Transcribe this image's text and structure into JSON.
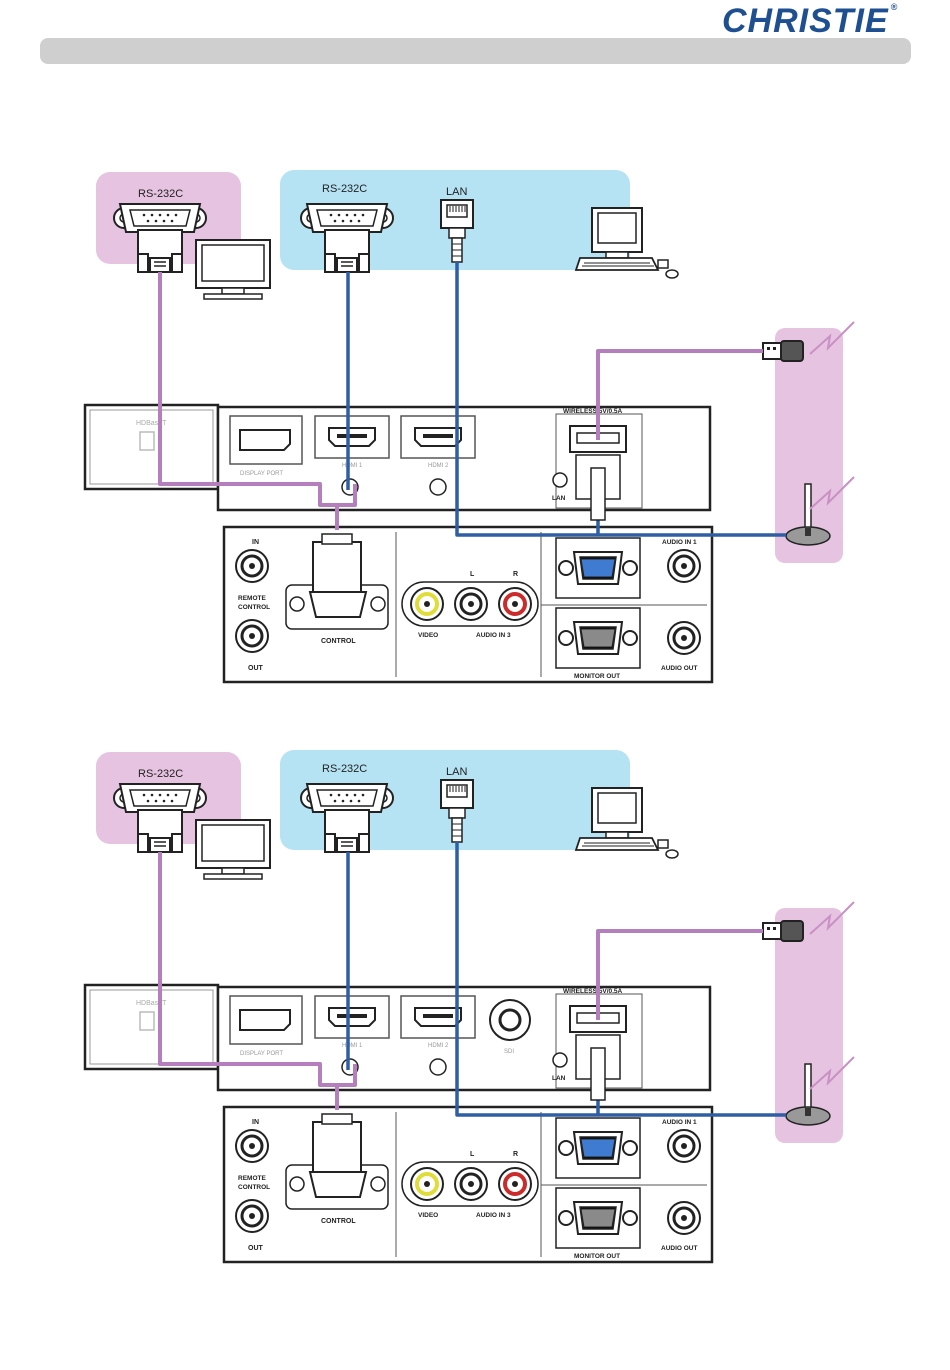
{
  "header": {
    "brand": "CHRISTIE",
    "registered": "®"
  },
  "colors": {
    "purple_cable": "#b57fbe",
    "blue_cable": "#2e5fa5",
    "pink_zone": "#e6c4e1",
    "blue_zone": "#b5e3f4",
    "header_bar": "#cfcfcf"
  },
  "labels": {
    "rs232c": "RS-232C",
    "lan": "LAN"
  },
  "top_panel": {
    "hdbaset": "HDBaseT",
    "display_port": "DISPLAY PORT",
    "hdmi1": "HDMI 1",
    "hdmi2": "HDMI 2",
    "wireless": "WIRELESS 5V/0.5A",
    "lan": "LAN",
    "in": "IN",
    "remote_control": [
      "REMOTE",
      "CONTROL"
    ],
    "out": "OUT",
    "control": "CONTROL",
    "l": "L",
    "r": "R",
    "video": "VIDEO",
    "audio_in3": "AUDIO IN 3",
    "audio_in1": "AUDIO IN 1",
    "monitor_out": "MONITOR OUT",
    "audio_out": "AUDIO OUT"
  },
  "bottom_panel": {
    "hdbaset": "HDBaseT",
    "display_port": "DISPLAY PORT",
    "hdmi1": "HDMI 1",
    "hdmi2": "HDMI 2",
    "sdi": "SDI",
    "wireless": "WIRELESS 5V/0.5A",
    "lan": "LAN",
    "in": "IN",
    "remote_control": [
      "REMOTE",
      "CONTROL"
    ],
    "out": "OUT",
    "control": "CONTROL",
    "l": "L",
    "r": "R",
    "video": "VIDEO",
    "audio_in3": "AUDIO IN 3",
    "audio_in1": "AUDIO IN 1",
    "monitor_out": "MONITOR OUT",
    "audio_out": "AUDIO OUT"
  }
}
